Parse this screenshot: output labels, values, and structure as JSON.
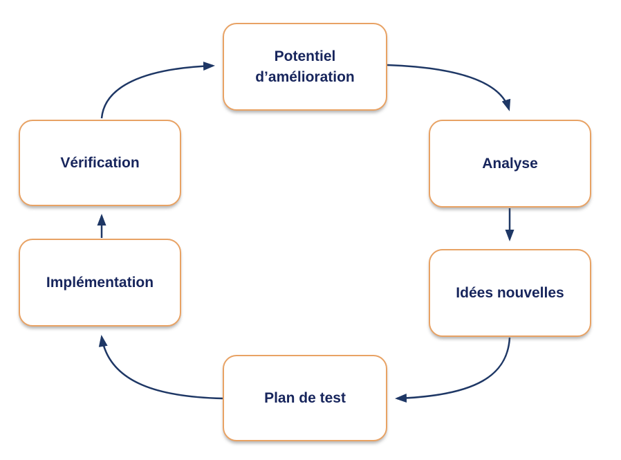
{
  "diagram": {
    "type": "cycle",
    "direction": "clockwise",
    "nodes": [
      {
        "id": "potentiel",
        "label": "Potentiel d’amélioration"
      },
      {
        "id": "analyse",
        "label": "Analyse"
      },
      {
        "id": "idees",
        "label": "Idées nouvelles"
      },
      {
        "id": "plan",
        "label": "Plan de test"
      },
      {
        "id": "implementation",
        "label": "Implémentation"
      },
      {
        "id": "verification",
        "label": "Vérification"
      }
    ],
    "edges": [
      {
        "from": "potentiel",
        "to": "analyse"
      },
      {
        "from": "analyse",
        "to": "idees"
      },
      {
        "from": "idees",
        "to": "plan"
      },
      {
        "from": "plan",
        "to": "implementation"
      },
      {
        "from": "implementation",
        "to": "verification"
      },
      {
        "from": "verification",
        "to": "potentiel"
      }
    ]
  },
  "colors": {
    "box_border": "#E8A264",
    "box_fill": "#FFFFFF",
    "text": "#17255C",
    "arrow": "#1E3765",
    "background": "#FFFFFF"
  }
}
